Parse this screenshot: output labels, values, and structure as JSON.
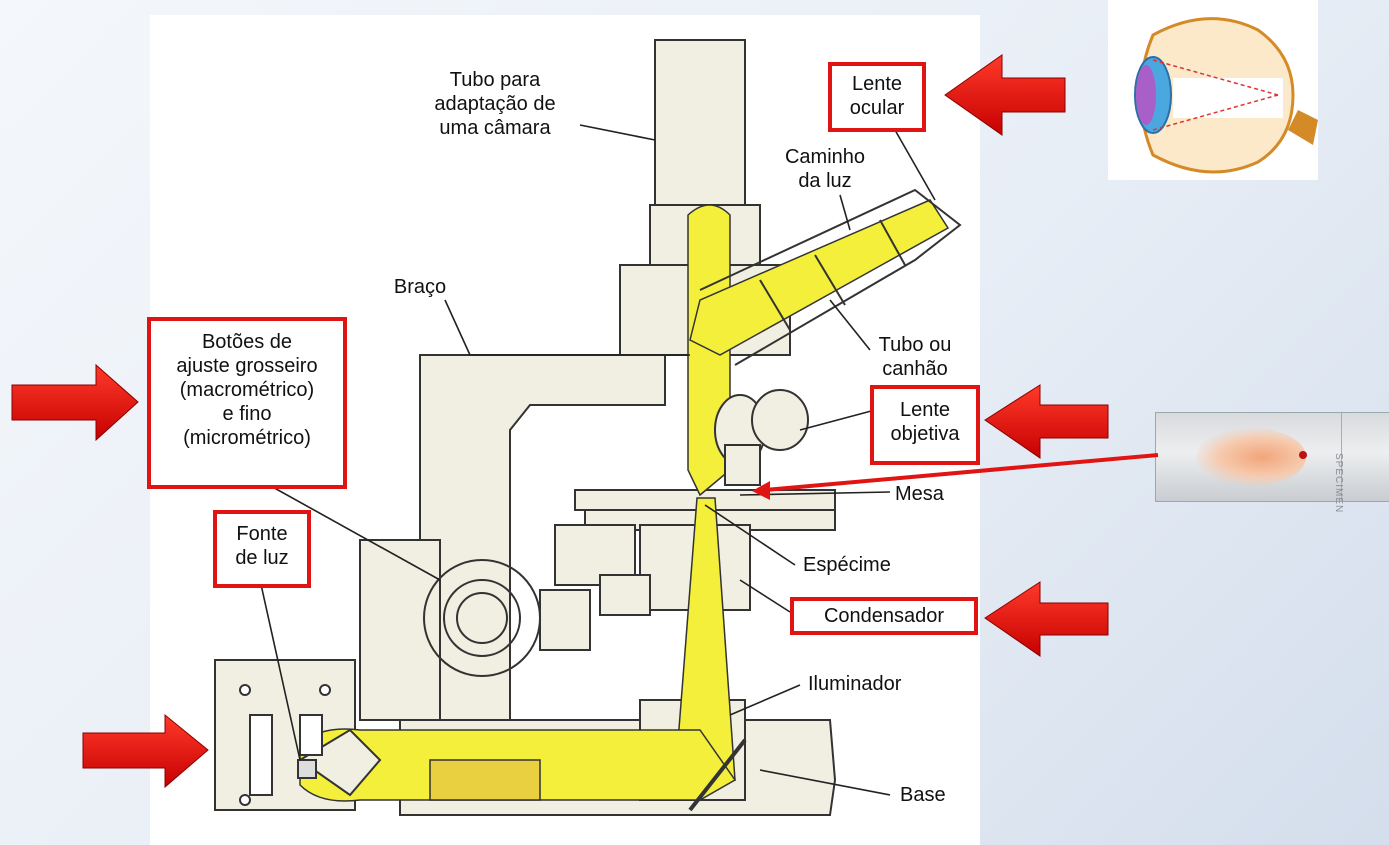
{
  "labels": {
    "tubo_camara": [
      "Tubo para",
      "adaptação de",
      "uma câmara"
    ],
    "lente_ocular": [
      "Lente",
      "ocular"
    ],
    "caminho_luz": [
      "Caminho",
      "da luz"
    ],
    "braco": "Braço",
    "tubo_canhao": [
      "Tubo ou",
      "canhão"
    ],
    "botoes": [
      "Botões de",
      "ajuste grosseiro",
      "(macrométrico)",
      "e fino",
      "(micrométrico)"
    ],
    "lente_objetiva": [
      "Lente",
      "objetiva"
    ],
    "mesa": "Mesa",
    "especime": "Espécime",
    "fonte_luz": [
      "Fonte",
      "de luz"
    ],
    "condensador": "Condensador",
    "iluminador": "Iluminador",
    "base": "Base"
  },
  "slide_text": "SPECIMEN",
  "colors": {
    "highlight": "#e11414",
    "arrow": "#e10a0a",
    "light_path": "#f3ef3a",
    "microscope_body": "#f0efe2",
    "outline": "#333333"
  }
}
